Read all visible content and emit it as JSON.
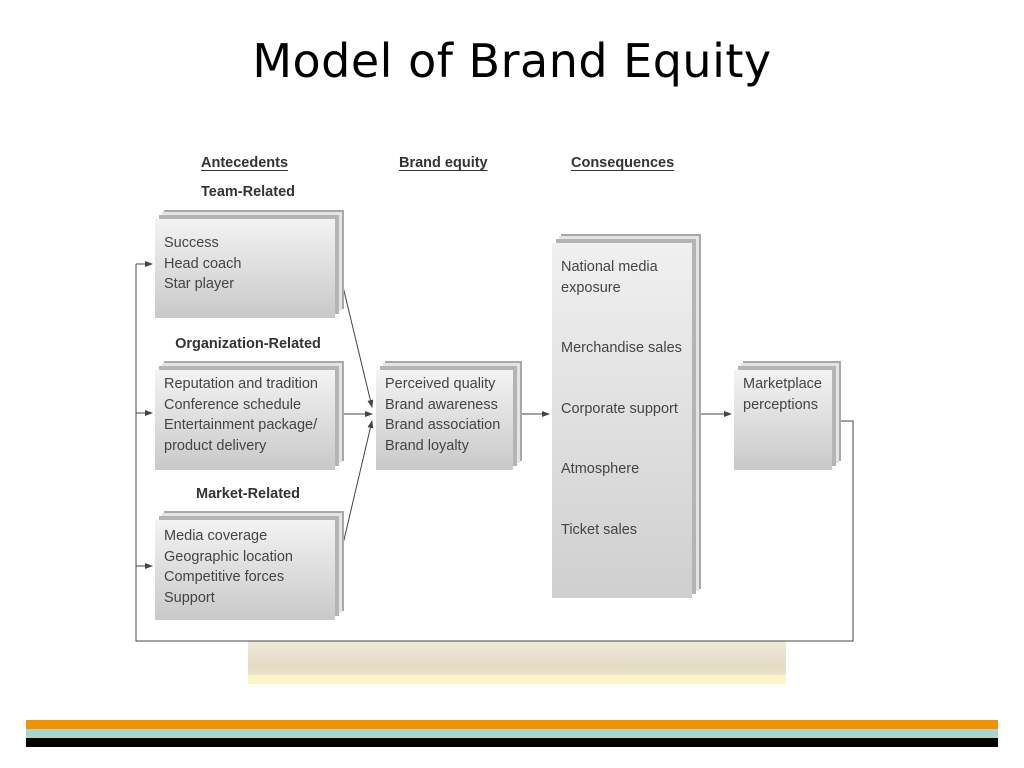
{
  "title": "Model of Brand Equity",
  "headers": {
    "antecedents": "Antecedents",
    "brand_equity": "Brand equity",
    "consequences": "Consequences"
  },
  "groups": {
    "team": {
      "label": "Team-Related",
      "items": [
        "Success",
        "Head coach",
        "Star player"
      ]
    },
    "organization": {
      "label": "Organization-Related",
      "items": [
        "Reputation and tradition",
        "Conference schedule",
        "Entertainment package/",
        "product delivery"
      ]
    },
    "market": {
      "label": "Market-Related",
      "items": [
        "Media coverage",
        "Geographic location",
        "Competitive forces",
        "Support"
      ]
    }
  },
  "brand_equity_box": {
    "items": [
      "Perceived quality",
      "Brand awareness",
      "Brand association",
      "Brand loyalty"
    ]
  },
  "consequences_box": {
    "items": [
      "National media",
      "exposure",
      "Merchandise sales",
      "Corporate support",
      "Atmosphere",
      "Ticket sales"
    ]
  },
  "marketplace_box": {
    "items": [
      "Marketplace",
      "perceptions"
    ]
  },
  "colors": {
    "bar_orange": "#f39200",
    "bar_teal": "#a9d6cf",
    "bar_black": "#000000"
  }
}
